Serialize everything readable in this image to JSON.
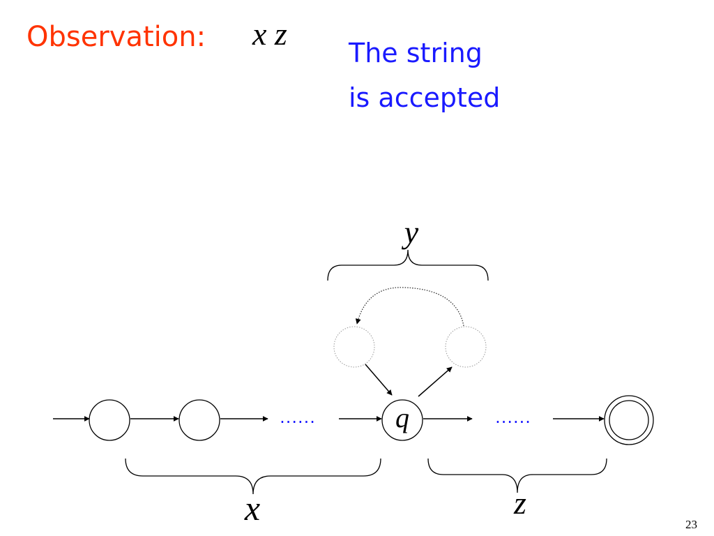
{
  "slide": {
    "title_label": "Observation:",
    "expression": "x z",
    "description_line1": "The string",
    "description_line2": "is accepted",
    "slide_number": "23"
  },
  "diagram": {
    "state_q_label": "q",
    "dots_left": "......",
    "dots_right": "......",
    "brace_top_label": "y",
    "brace_left_label": "x",
    "brace_right_label": "z",
    "colors": {
      "title": "#ff3300",
      "description": "#1a1aff",
      "dots": "#1a1aff",
      "ghost_state": "#999999",
      "stroke": "#000000"
    }
  }
}
